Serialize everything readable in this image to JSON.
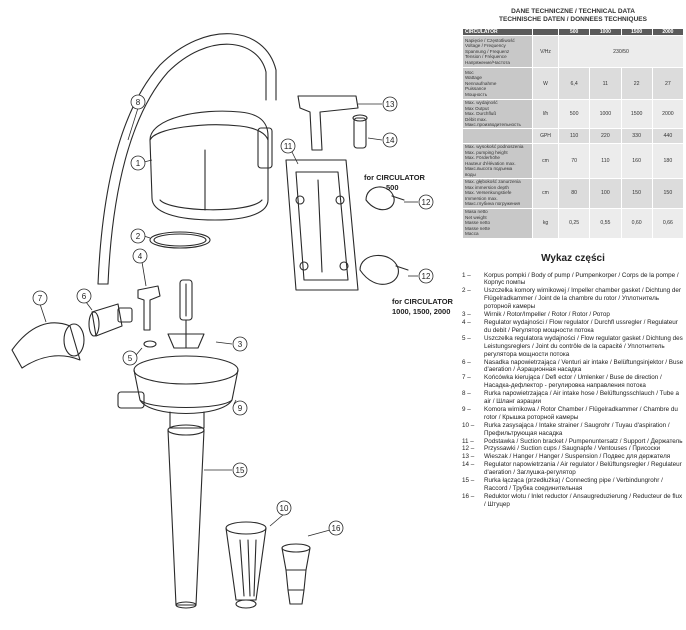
{
  "tech": {
    "title_lines": [
      "DANE TECHNICZNE / TECHNICAL DATA",
      "TECHNISCHE DATEN / DONNEES TECHNIQUES"
    ],
    "header": [
      "CIRCULATOR",
      "",
      "500",
      "1000",
      "1500",
      "2000"
    ],
    "rows": [
      {
        "desc": [
          "Napięcie / Częstotliwość",
          "Voltage / Frequency",
          "Spannung / Frequenz",
          "Tension / Fréquence",
          "Напряжение/Частота"
        ],
        "unit": "V/Hz",
        "values": [
          "230/50"
        ]
      },
      {
        "desc": [
          "Moc",
          "Wattage",
          "Nennaufnahme",
          "Puissance",
          "Мощность"
        ],
        "unit": "W",
        "values": [
          "6,4",
          "11",
          "22",
          "27"
        ]
      },
      {
        "desc": [
          "Max. wydajność",
          "Max Output",
          "Max. Durchfluß",
          "Débit max.",
          "Макс.производительность"
        ],
        "unit": "l/h",
        "values": [
          "500",
          "1000",
          "1500",
          "2000"
        ]
      },
      {
        "desc": [
          "",
          "",
          ""
        ],
        "unit": "GPH",
        "values": [
          "110",
          "220",
          "330",
          "440"
        ]
      },
      {
        "desc": [
          "Max. wysokość podnoszenia",
          "Max. pumping height",
          "Max. Förderhöhe",
          "Hauteur d'élévation max.",
          "Макс.высота подъема",
          "воды"
        ],
        "unit": "cm",
        "values": [
          "70",
          "110",
          "160",
          "180"
        ]
      },
      {
        "desc": [
          "Max. głębokość zanurzenia",
          "Max immersion depth",
          "Max. Versenkungstiefe",
          "Immersion max.",
          "Макс.глубина погружения"
        ],
        "unit": "cm",
        "values": [
          "80",
          "100",
          "150",
          "150"
        ]
      },
      {
        "desc": [
          "Masa netto",
          "Net weight",
          "Masse netto",
          "Masse nette",
          "Масса"
        ],
        "unit": "kg",
        "values": [
          "0,25",
          "0,55",
          "0,60",
          "0,66"
        ]
      }
    ]
  },
  "parts": {
    "title": "Wykaz części",
    "items": [
      {
        "num": "1 –",
        "text": "Korpus pompki / Body of pump / Pumpenkorper / Corps de la pompe / Корпус помпы"
      },
      {
        "num": "2 –",
        "text": "Uszczelka komory wirnikowej / Impeller chamber gasket / Dichtung der Flügelradkammer / Joint de la chambre du rotor / Уплотнитель роторной камеры"
      },
      {
        "num": "3 –",
        "text": "Wirnik / Rotor/Impeller / Rotor / Rotor / Ротор"
      },
      {
        "num": "4 –",
        "text": "Regulator wydajności / Flow regulator / Durchfl ussregler / Regulateur du debit / Регулятор мощности потока"
      },
      {
        "num": "5 –",
        "text": "Uszczelka regulatora wydajności / Flow regulator gasket / Dichtung des Leistungsreglers / Joint du contrôle de la capacité / Уплотнитель регулятора мощности потока"
      },
      {
        "num": "6 –",
        "text": "Nasadka napowietrzająca / Venturi air intake / Belüftungsinjektor / Buse d'aeration / Аэрационная насадка"
      },
      {
        "num": "7 –",
        "text": "Końcówka kierująca / Defl ector / Umlenker / Buse de direction / Насадка-дефлектор - регулировка направления потока"
      },
      {
        "num": "8 –",
        "text": "Rurka napowietrzająca / Air intake hose / Belüftungsschlauch / Tube a air / Шланг аэрации"
      },
      {
        "num": "9 –",
        "text": "Komora wirnikowa / Rotor Chamber / Flügelradkammer / Chambre du rotor / Крышка роторной камеры"
      },
      {
        "num": "10 –",
        "text": "Rurka zasysająca / Intake strainer / Saugrohr / Tuyau d'aspiration / Префильтрующая насадка"
      },
      {
        "num": "11 –",
        "text": "Podstawka / Suction bracket / Pumpenuntersatz / Support / Держатель"
      },
      {
        "num": "12 –",
        "text": "Przyssawki / Suction cups / Saugnapfe / Ventouses / Присоски"
      },
      {
        "num": "13 –",
        "text": "Wieszak / Hanger / Hanger / Suspension / Подвес для держателя"
      },
      {
        "num": "14 –",
        "text": "Regulator napowietrzania / Air regulator / Belüftungsregler / Regulateur d'aeration / Заглушка-регулятор"
      },
      {
        "num": "15 –",
        "text": "Rurka łącząca (przedłużka) / Connecting pipe / Verbindungrohr / Raccord / Трубка соединительная"
      },
      {
        "num": "16 –",
        "text": "Reduktor wlotu / Inlet reductor / Ansaugreduzierung / Reducteur de flux / Штуцер"
      }
    ]
  },
  "diagram": {
    "callouts": [
      "1",
      "2",
      "3",
      "4",
      "5",
      "6",
      "7",
      "8",
      "9",
      "10",
      "11",
      "12",
      "12",
      "13",
      "14",
      "15",
      "16"
    ],
    "label_500": [
      "for CIRCULATOR",
      "500"
    ],
    "label_big": [
      "for CIRCULATOR",
      "1000, 1500, 2000"
    ]
  }
}
